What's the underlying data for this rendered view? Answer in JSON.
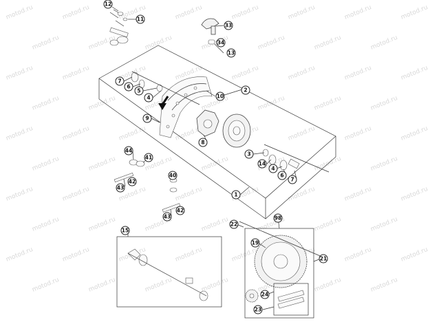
{
  "watermark": {
    "text": "motod.ru",
    "color": "#b8b8b8"
  },
  "colors": {
    "line": "#333333",
    "callout_stroke": "#222222",
    "arrow": "#111111"
  },
  "callouts": {
    "c12": "12",
    "c11": "11",
    "c33": "33",
    "c34": "34",
    "c13": "13",
    "c2": "2",
    "c10": "10",
    "c7a": "7",
    "c6a": "6",
    "c5": "5",
    "c4a": "4",
    "c9": "9",
    "c8": "8",
    "c3": "3",
    "c14": "14",
    "c4b": "4",
    "c6b": "6",
    "c7b": "7",
    "c1": "1",
    "c44": "44",
    "c41": "41",
    "c40": "40",
    "c43a": "43",
    "c42a": "42",
    "c42b": "42",
    "c43b": "43",
    "c15": "15",
    "c22": "22",
    "c98": "98",
    "c19": "19",
    "c21": "21",
    "c24": "24",
    "c23": "23"
  }
}
